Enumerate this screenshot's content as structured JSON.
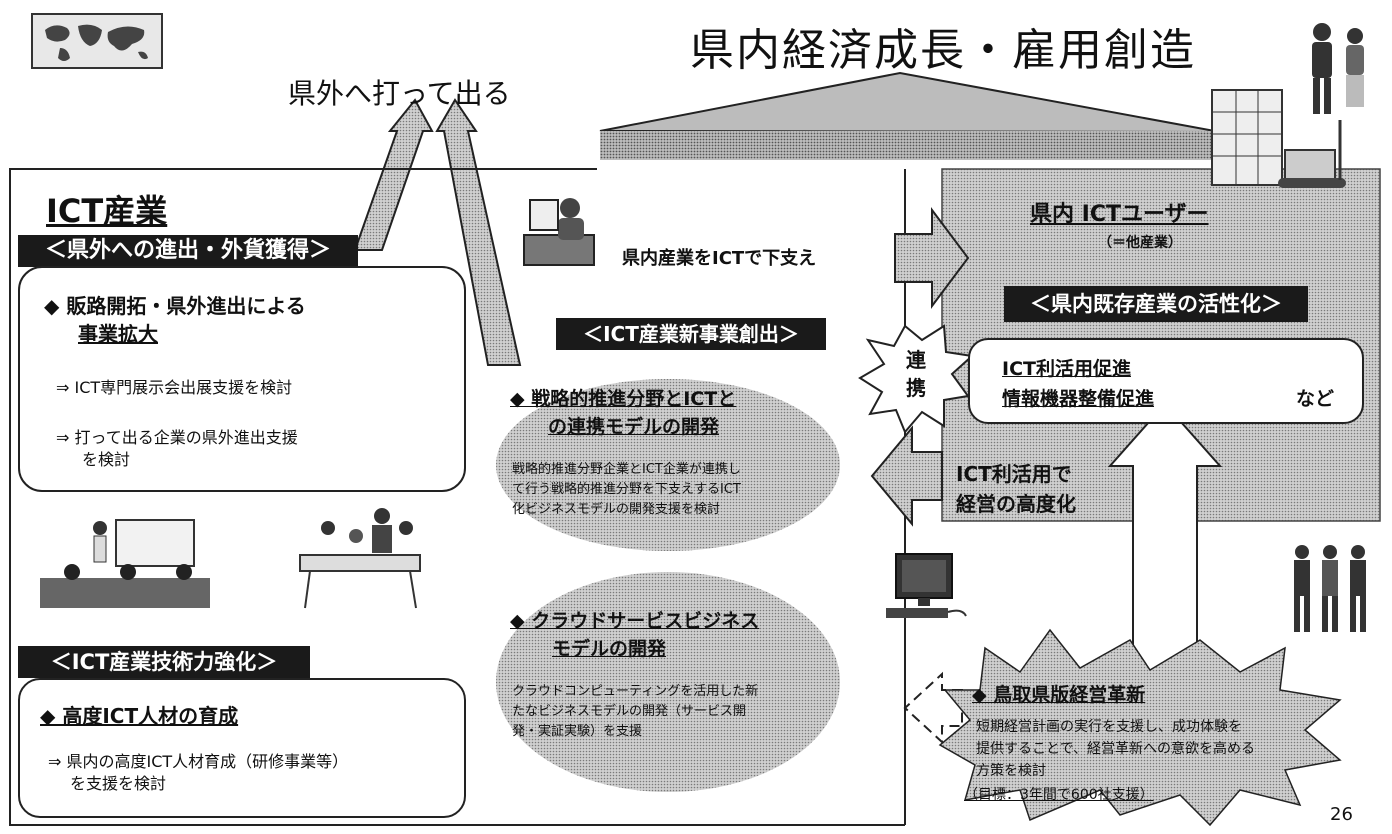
{
  "title": "県内経済成長・雇用創造",
  "outward": "県外へ打って出る",
  "ict_industry": {
    "heading": "ICT産業",
    "overseas_label": "＜県外への進出・外貨獲得＞",
    "sales_heading_line1": "◆ 販路開拓・県外進出による",
    "sales_heading_line2": "事業拡大",
    "sales_item1": "⇒ ICT専門展示会出展支援を検討",
    "sales_item2_line1": "⇒ 打って出る企業の県外進出支援",
    "sales_item2_line2": "を検討",
    "tech_label": "＜ICT産業技術力強化＞",
    "talent_heading": "◆ 高度ICT人材の育成",
    "talent_item_line1": "⇒ 県内の高度ICT人材育成（研修事業等）",
    "talent_item_line2": "を支援を検討"
  },
  "center": {
    "support_text": "県内産業をICTで下支え",
    "new_business_label": "＜ICT産業新事業創出＞",
    "strategic": {
      "heading_line1": "◆ 戦略的推進分野とICTと",
      "heading_line2": "の連携モデルの開発",
      "body_line1": "戦略的推進分野企業とICT企業が連携し",
      "body_line2": "て行う戦略的推進分野を下支えするICT",
      "body_line3": "化ビジネスモデルの開発支援を検討"
    },
    "cloud": {
      "heading_line1": "◆ クラウドサービスビジネス",
      "heading_line2": "モデルの開発",
      "body_line1": "クラウドコンピューティングを活用した新",
      "body_line2": "たなビジネスモデルの開発（サービス開",
      "body_line3": "発・実証実験）を支援"
    }
  },
  "renkei": {
    "char1": "連",
    "char2": "携"
  },
  "user": {
    "heading": "県内 ICTユーザー",
    "sub": "（＝他産業）",
    "revival_label": "＜県内既存産業の活性化＞",
    "promo_line1": "ICT利活用促進",
    "promo_line2": "情報機器整備促進",
    "promo_etc": "など",
    "mgmt_line1": "ICT利活用で",
    "mgmt_line2": "経営の高度化"
  },
  "tottori": {
    "heading": "◆ 鳥取県版経営革新",
    "body_line1": "短期経営計画の実行を支援し、成功体験を",
    "body_line2": "提供することで、経営革新への意欲を高める",
    "body_line3": "方策を検討",
    "target": "（目標：3年間で600社支援）"
  },
  "page_number": "26",
  "icons": [
    "world-map-icon",
    "people-icon",
    "office-building-icon",
    "forklift-icon",
    "computer-user-icon",
    "presentation-icon",
    "meeting-icon",
    "desktop-computer-icon",
    "business-people-icon"
  ]
}
